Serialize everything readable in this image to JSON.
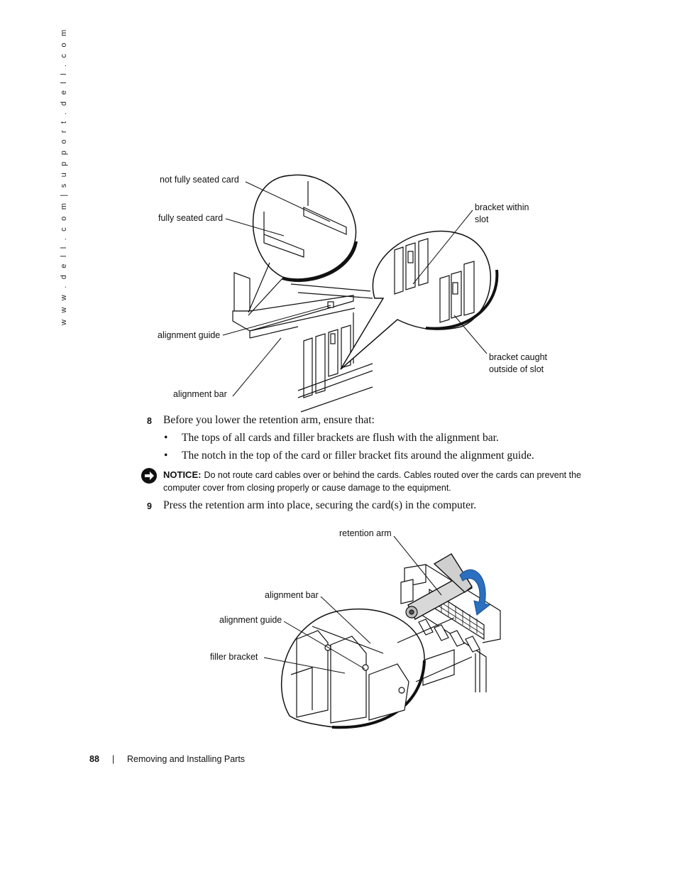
{
  "sidebar": {
    "url_text": "w w w . d e l l . c o m  |  s u p p o r t . d e l l . c o m"
  },
  "figure1": {
    "labels": {
      "not_fully_seated": "not fully seated card",
      "fully_seated": "fully seated card",
      "bracket_within_1": "bracket within",
      "bracket_within_2": "slot",
      "alignment_guide": "alignment guide",
      "bracket_caught_1": "bracket caught",
      "bracket_caught_2": "outside of slot",
      "alignment_bar": "alignment bar"
    }
  },
  "steps": {
    "step8": {
      "number": "8",
      "text": "Before you lower the retention arm, ensure that:",
      "bullets": [
        "The tops of all cards and filler brackets are flush with the alignment bar.",
        "The notch in the top of the card or filler bracket fits around the alignment guide."
      ],
      "bullet_char": "•"
    },
    "notice": {
      "title": "NOTICE:",
      "text": "Do not route card cables over or behind the cards. Cables routed over the cards can prevent the computer cover from closing properly or cause damage to the equipment."
    },
    "step9": {
      "number": "9",
      "text": "Press the retention arm into place, securing the card(s) in the computer."
    }
  },
  "figure2": {
    "labels": {
      "retention_arm": "retention arm",
      "alignment_bar": "alignment bar",
      "alignment_guide": "alignment guide",
      "filler_bracket": "filler bracket"
    },
    "arrow_color": "#2a6fc0"
  },
  "footer": {
    "page_number": "88",
    "separator": "|",
    "section": "Removing and Installing Parts"
  }
}
